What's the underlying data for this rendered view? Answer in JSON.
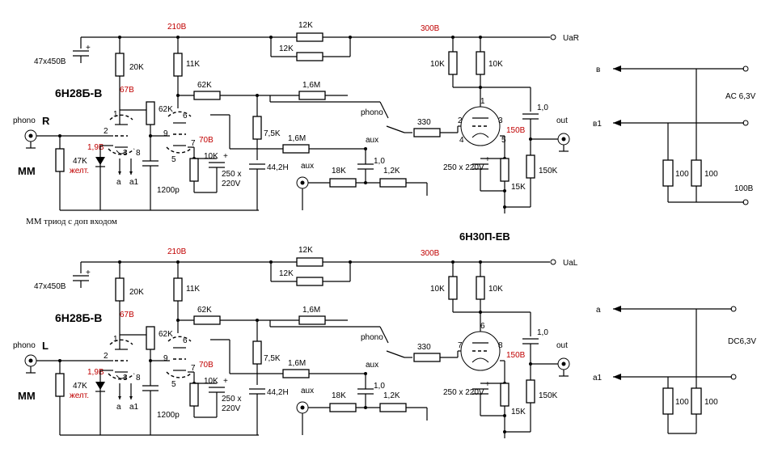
{
  "top": {
    "rail_voltages": [
      "210В",
      "300В"
    ],
    "node_voltages": [
      "67В",
      "1,9В",
      "70В",
      "150В"
    ],
    "output_label": "UaR",
    "input_label": "phono",
    "channel_letter": "R",
    "tube1": "6Н28Б-В",
    "tube2": "6Н30П-ЕВ",
    "mm_label": "MM",
    "note": "ММ триод с доп входом",
    "filter_cap": "47x450В",
    "r_plate_a": "20K",
    "r_plate_b": "11K",
    "r_series_a": "12K",
    "r_series_b": "12K",
    "r_grid": "47K",
    "led_label": "желт.",
    "r_couple": "62K",
    "r_fb1": "62K",
    "r_fb2": "1,6M",
    "r_7k5": "7,5K",
    "r_16m_b": "1,6M",
    "cap_1200": "1200p",
    "r_10k": "10K",
    "cap_250": "250 x\n220V",
    "l_44h": "44,2H",
    "aux_label": "aux",
    "r_18k": "18K",
    "r_1k2": "1,2K",
    "cap_1": "1,0",
    "r_330": "330",
    "switch_label": "phono",
    "r_out_a": "10K",
    "r_out_b": "10K",
    "cap_out": "1,0",
    "r_150k": "150K",
    "r_15k": "15K",
    "cap_250b": "250 x\n220V",
    "out_label": "out",
    "pins_u1": [
      "1",
      "2",
      "3",
      "8"
    ],
    "pins_u2": [
      "6",
      "9",
      "7",
      "5"
    ],
    "pins_u3": [
      "1",
      "2",
      "3",
      "4",
      "5"
    ],
    "heater": [
      "a",
      "a1",
      "в",
      "в1"
    ]
  },
  "bottom": {
    "rail_voltages": [
      "210В",
      "300В"
    ],
    "node_voltages": [
      "67В",
      "1,9В",
      "70В",
      "150В"
    ],
    "output_label": "UaL",
    "input_label": "phono",
    "channel_letter": "L",
    "tube1": "6Н28Б-В",
    "mm_label": "MM",
    "filter_cap": "47x450В",
    "r_plate_a": "20K",
    "r_plate_b": "11K",
    "r_series_a": "12K",
    "r_series_b": "12K",
    "r_grid": "47K",
    "led_label": "желт.",
    "r_couple": "62K",
    "r_fb1": "62K",
    "r_fb2": "1,6M",
    "r_7k5": "7,5K",
    "r_16m_b": "1,6M",
    "cap_1200": "1200p",
    "r_10k": "10K",
    "cap_250": "250 x\n220V",
    "l_44h": "44,2H",
    "aux_label": "aux",
    "aux_label2": "aux",
    "r_18k": "18K",
    "r_1k2": "1,2K",
    "cap_1": "1,0",
    "r_330": "330",
    "switch_label": "phono",
    "r_out_a": "10K",
    "r_out_b": "10K",
    "cap_out": "1,0",
    "r_150k": "150K",
    "r_15k": "15K",
    "cap_250b": "250 x\n220V",
    "out_label": "out",
    "pins_u1": [
      "1",
      "2",
      "3",
      "8"
    ],
    "pins_u2": [
      "6",
      "9",
      "7",
      "5"
    ],
    "pins_u3": [
      "6",
      "7",
      "8"
    ],
    "heater": [
      "a",
      "a1"
    ]
  },
  "heater_top": {
    "labels": [
      "в",
      "в1"
    ],
    "supply": "AC 6,3V",
    "r1": "100",
    "r2": "100",
    "extra": "100В"
  },
  "heater_bottom": {
    "labels": [
      "a",
      "a1"
    ],
    "supply": "DC6,3V",
    "r1": "100",
    "r2": "100"
  }
}
